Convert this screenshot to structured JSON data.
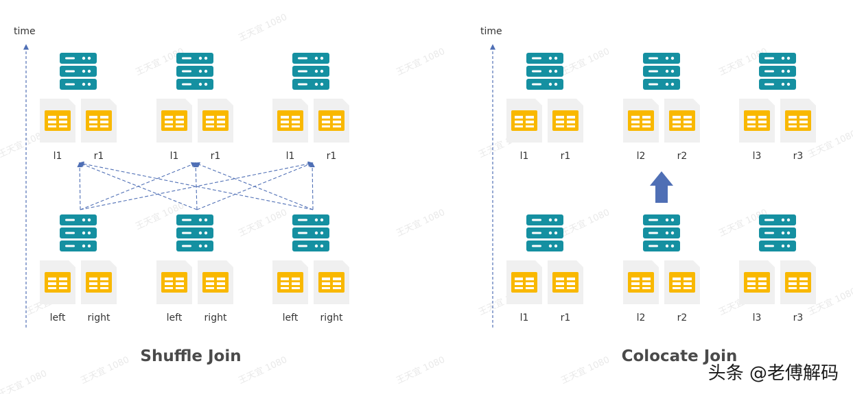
{
  "colors": {
    "server": "#1590a1",
    "table": "#f9b800",
    "card": "#f0f0f0",
    "arrow": "#4f6fb5",
    "title": "#4a4a4a",
    "label": "#333333"
  },
  "icons": {
    "server": "server-icon",
    "table": "table-icon"
  },
  "time_label": "time",
  "shuffle": {
    "title": "Shuffle Join",
    "top_nodes": [
      {
        "left": "l1",
        "right": "r1"
      },
      {
        "left": "l1",
        "right": "r1"
      },
      {
        "left": "l1",
        "right": "r1"
      }
    ],
    "bottom_nodes": [
      {
        "left": "left",
        "right": "right"
      },
      {
        "left": "left",
        "right": "right"
      },
      {
        "left": "left",
        "right": "right"
      }
    ]
  },
  "colocate": {
    "title": "Colocate Join",
    "top_nodes": [
      {
        "left": "l1",
        "right": "r1"
      },
      {
        "left": "l2",
        "right": "r2"
      },
      {
        "left": "l3",
        "right": "r3"
      }
    ],
    "bottom_nodes": [
      {
        "left": "l1",
        "right": "r1"
      },
      {
        "left": "l2",
        "right": "r2"
      },
      {
        "left": "l3",
        "right": "r3"
      }
    ]
  },
  "watermark": "王天宜 1080",
  "brand_mark": "头条 @老傅解码"
}
